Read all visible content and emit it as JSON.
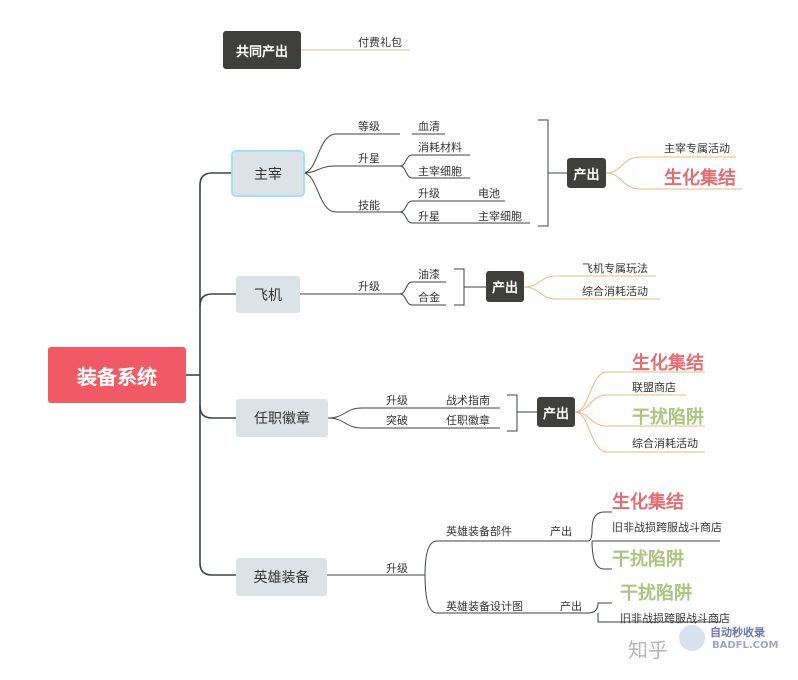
{
  "root": "装备系统",
  "top": {
    "label": "共同产出",
    "child": "付费礼包"
  },
  "zhuzai": {
    "label": "主宰",
    "dengji": "等级",
    "dengji_item": "血清",
    "shengxing": "升星",
    "sx_items": [
      "消耗材料",
      "主宰细胞"
    ],
    "jineng": "技能",
    "jn_shengji": "升级",
    "jn_shengji_item": "电池",
    "jn_shengxing": "升星",
    "jn_shengxing_item": "主宰细胞",
    "output": "产出",
    "out_items": [
      "主宰专属活动",
      "生化集结"
    ]
  },
  "feiji": {
    "label": "飞机",
    "shengji": "升级",
    "items": [
      "油漆",
      "合金"
    ],
    "output": "产出",
    "out_items": [
      "飞机专属玩法",
      "综合消耗活动"
    ]
  },
  "renzhi": {
    "label": "任职徽章",
    "shengji": "升级",
    "shengji_item": "战术指南",
    "tupo": "突破",
    "tupo_item": "任职徽章",
    "output": "产出",
    "out_items": [
      "生化集结",
      "联盟商店",
      "干扰陷阱",
      "综合消耗活动"
    ]
  },
  "yingxiong": {
    "label": "英雄装备",
    "shengji": "升级",
    "bujian": "英雄装备部件",
    "bujian_out": "产出",
    "bujian_items": [
      "生化集结",
      "旧非战损跨服战斗商店",
      "干扰陷阱"
    ],
    "sheji": "英雄装备设计图",
    "sheji_out": "产出",
    "sheji_items": [
      "干扰陷阱",
      "旧非战损跨服战斗商店"
    ]
  },
  "watermark": {
    "zhihu": "知乎",
    "site_top": "自动秒收录",
    "site_bottom": "BADFL.COM"
  },
  "colors": {
    "root": "#ef5a64",
    "dark": "#3f3f3d",
    "grey": "#dbe3e6",
    "line": "#3d4347",
    "orange": "#e8b882",
    "red_text": "#e26d73",
    "green_text": "#a9c57e"
  }
}
